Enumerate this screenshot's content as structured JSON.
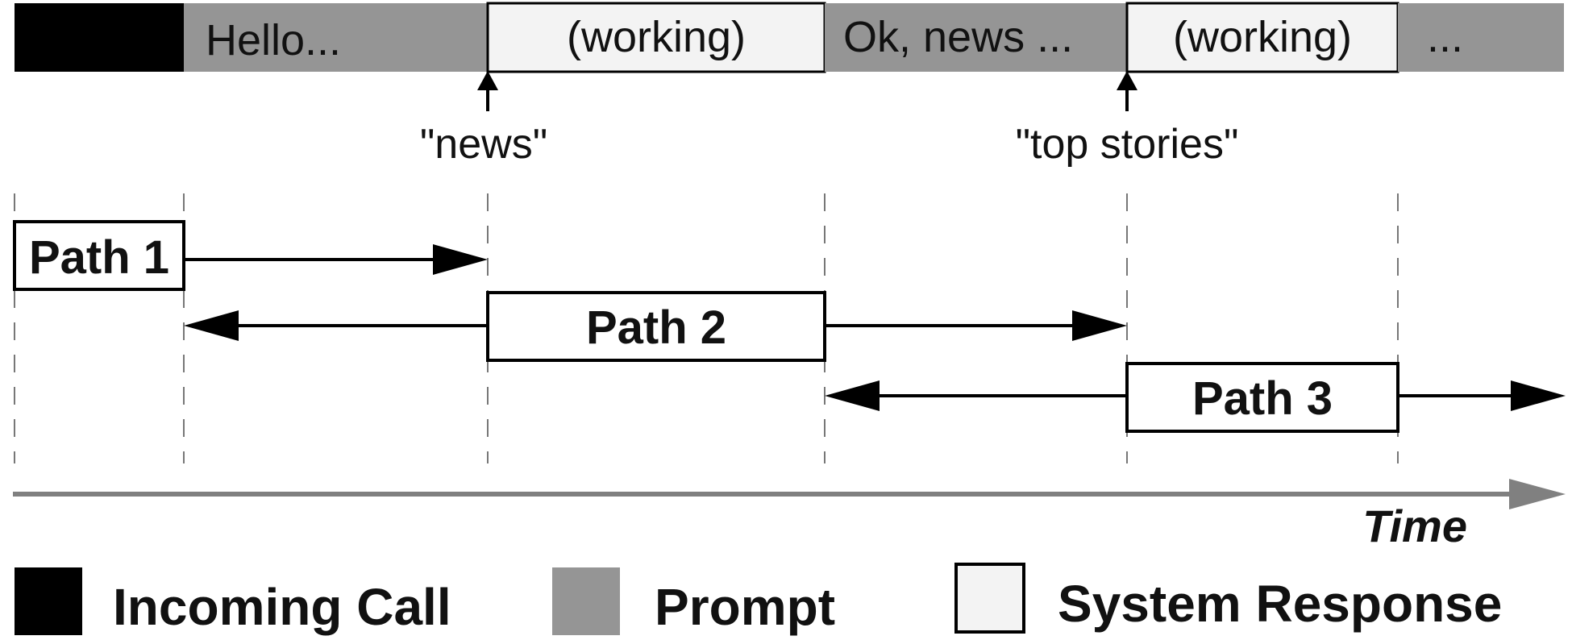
{
  "timeline": {
    "segments": [
      {
        "kind": "incoming",
        "text": ""
      },
      {
        "kind": "prompt",
        "text": "Hello..."
      },
      {
        "kind": "response",
        "text": "(working)"
      },
      {
        "kind": "prompt",
        "text": "Ok, news ..."
      },
      {
        "kind": "response",
        "text": "(working)"
      },
      {
        "kind": "prompt",
        "text": "..."
      }
    ],
    "events": [
      {
        "label": "\"news\""
      },
      {
        "label": "\"top stories\""
      }
    ]
  },
  "paths": [
    {
      "label": "Path 1"
    },
    {
      "label": "Path 2"
    },
    {
      "label": "Path 3"
    }
  ],
  "axis": {
    "label": "Time"
  },
  "legend": [
    {
      "kind": "incoming",
      "label": "Incoming Call"
    },
    {
      "kind": "prompt",
      "label": "Prompt"
    },
    {
      "kind": "response",
      "label": "System Response"
    }
  ],
  "colors": {
    "incoming": "#000000",
    "prompt": "#959595",
    "response": "#f3f3f3",
    "axis": "#808080",
    "ink": "#000000"
  }
}
